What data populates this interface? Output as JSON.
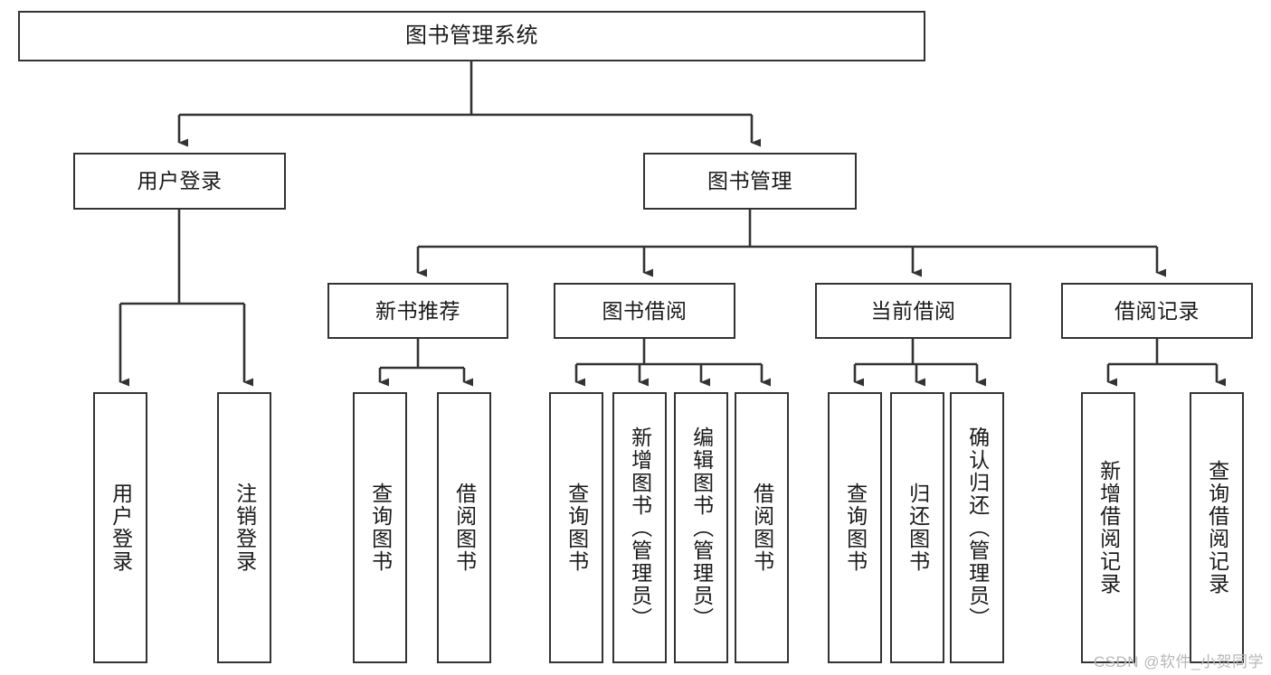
{
  "diagram": {
    "title": "图书管理系统",
    "watermark": "CSDN @软件_小贺同学",
    "colors": {
      "stroke": "#333333",
      "fill": "#ffffff",
      "text": "#1a1a1a",
      "watermark": "#b8b8b8"
    },
    "root": {
      "label": "图书管理系统"
    },
    "level2": [
      {
        "label": "用户登录"
      },
      {
        "label": "图书管理"
      }
    ],
    "level3": [
      {
        "label": "新书推荐"
      },
      {
        "label": "图书借阅"
      },
      {
        "label": "当前借阅"
      },
      {
        "label": "借阅记录"
      }
    ],
    "leaves": {
      "user_login": [
        {
          "label": "用户登录"
        },
        {
          "label": "注销登录"
        }
      ],
      "new_book_recommend": [
        {
          "label": "查询图书"
        },
        {
          "label": "借阅图书"
        }
      ],
      "book_borrow": [
        {
          "label": "查询图书"
        },
        {
          "label": "新增图书（管理员）"
        },
        {
          "label": "编辑图书（管理员）"
        },
        {
          "label": "借阅图书"
        }
      ],
      "current_borrow": [
        {
          "label": "查询图书"
        },
        {
          "label": "归还图书"
        },
        {
          "label": "确认归还（管理员）"
        }
      ],
      "borrow_records": [
        {
          "label": "新增借阅记录"
        },
        {
          "label": "查询借阅记录"
        }
      ]
    }
  }
}
